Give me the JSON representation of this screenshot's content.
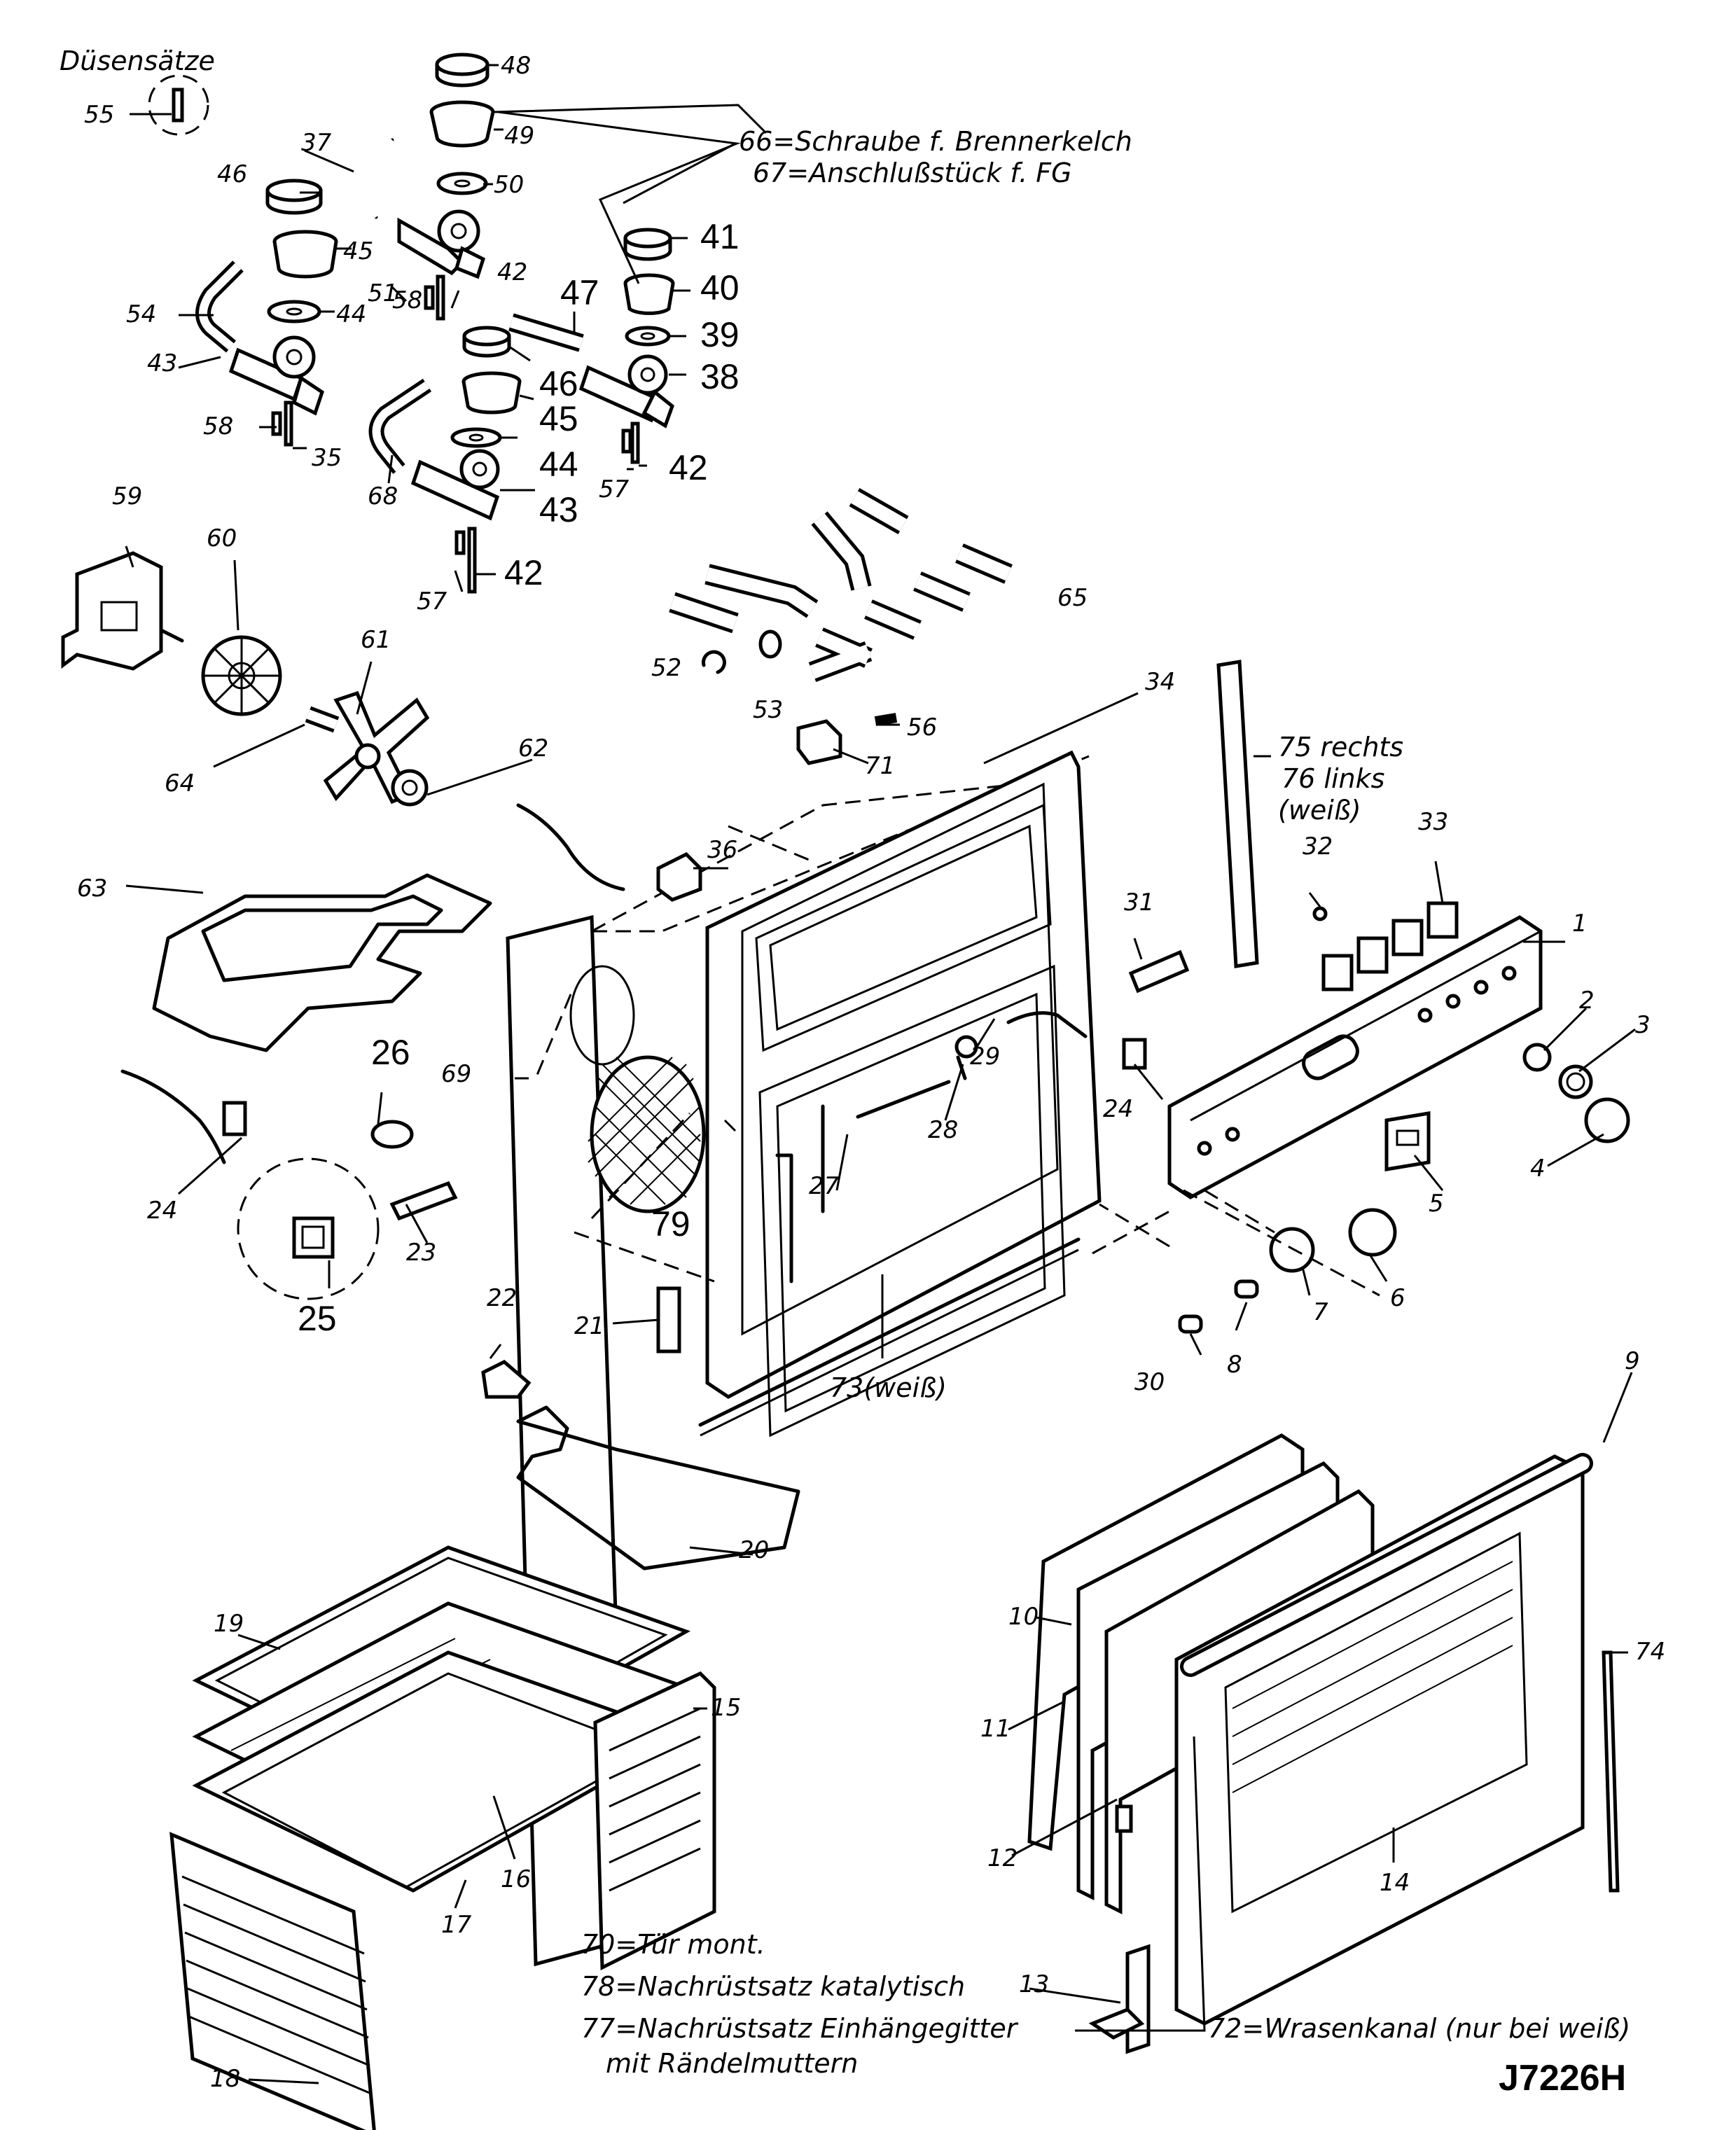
{
  "diagram": {
    "drawing_code": "J7226H",
    "nozzle_sets_label": "Düsensätze",
    "callouts": [
      {
        "id": "c1",
        "text": "1"
      },
      {
        "id": "c2",
        "text": "2"
      },
      {
        "id": "c3",
        "text": "3"
      },
      {
        "id": "c4",
        "text": "4"
      },
      {
        "id": "c5",
        "text": "5"
      },
      {
        "id": "c6",
        "text": "6"
      },
      {
        "id": "c7",
        "text": "7"
      },
      {
        "id": "c8",
        "text": "8"
      },
      {
        "id": "c9",
        "text": "9"
      },
      {
        "id": "c10",
        "text": "10"
      },
      {
        "id": "c11",
        "text": "11"
      },
      {
        "id": "c12",
        "text": "12"
      },
      {
        "id": "c13",
        "text": "13"
      },
      {
        "id": "c14",
        "text": "14"
      },
      {
        "id": "c15",
        "text": "15"
      },
      {
        "id": "c16",
        "text": "16"
      },
      {
        "id": "c17",
        "text": "17"
      },
      {
        "id": "c18",
        "text": "18"
      },
      {
        "id": "c19",
        "text": "19"
      },
      {
        "id": "c20",
        "text": "20"
      },
      {
        "id": "c21",
        "text": "21"
      },
      {
        "id": "c22",
        "text": "22"
      },
      {
        "id": "c23",
        "text": "23"
      },
      {
        "id": "c24a",
        "text": "24"
      },
      {
        "id": "c24b",
        "text": "24"
      },
      {
        "id": "c25",
        "text": "25"
      },
      {
        "id": "c26",
        "text": "26"
      },
      {
        "id": "c27",
        "text": "27"
      },
      {
        "id": "c28",
        "text": "28"
      },
      {
        "id": "c29",
        "text": "29"
      },
      {
        "id": "c30",
        "text": "30"
      },
      {
        "id": "c31",
        "text": "31"
      },
      {
        "id": "c32",
        "text": "32"
      },
      {
        "id": "c33",
        "text": "33"
      },
      {
        "id": "c34",
        "text": "34"
      },
      {
        "id": "c35",
        "text": "35"
      },
      {
        "id": "c36",
        "text": "36"
      },
      {
        "id": "c37",
        "text": "37"
      },
      {
        "id": "c38",
        "text": "38"
      },
      {
        "id": "c39",
        "text": "39"
      },
      {
        "id": "c40",
        "text": "40"
      },
      {
        "id": "c41",
        "text": "41"
      },
      {
        "id": "c42a",
        "text": "42"
      },
      {
        "id": "c42b",
        "text": "42"
      },
      {
        "id": "c42c",
        "text": "42"
      },
      {
        "id": "c43a",
        "text": "43"
      },
      {
        "id": "c43b",
        "text": "43"
      },
      {
        "id": "c44a",
        "text": "44"
      },
      {
        "id": "c44b",
        "text": "44"
      },
      {
        "id": "c45a",
        "text": "45"
      },
      {
        "id": "c45b",
        "text": "45"
      },
      {
        "id": "c46a",
        "text": "46"
      },
      {
        "id": "c46b",
        "text": "46"
      },
      {
        "id": "c47",
        "text": "47"
      },
      {
        "id": "c48",
        "text": "48"
      },
      {
        "id": "c49",
        "text": "49"
      },
      {
        "id": "c50",
        "text": "50"
      },
      {
        "id": "c51",
        "text": "51"
      },
      {
        "id": "c52",
        "text": "52"
      },
      {
        "id": "c53",
        "text": "53"
      },
      {
        "id": "c54",
        "text": "54"
      },
      {
        "id": "c55",
        "text": "55"
      },
      {
        "id": "c56",
        "text": "56"
      },
      {
        "id": "c57a",
        "text": "57"
      },
      {
        "id": "c57b",
        "text": "57"
      },
      {
        "id": "c58a",
        "text": "58"
      },
      {
        "id": "c58b",
        "text": "58"
      },
      {
        "id": "c59",
        "text": "59"
      },
      {
        "id": "c60",
        "text": "60"
      },
      {
        "id": "c61",
        "text": "61"
      },
      {
        "id": "c62",
        "text": "62"
      },
      {
        "id": "c63",
        "text": "63"
      },
      {
        "id": "c64",
        "text": "64"
      },
      {
        "id": "c65",
        "text": "65"
      },
      {
        "id": "c68",
        "text": "68"
      },
      {
        "id": "c69",
        "text": "69"
      },
      {
        "id": "c71",
        "text": "71"
      },
      {
        "id": "c74",
        "text": "74"
      },
      {
        "id": "c79",
        "text": "79"
      }
    ],
    "annotations": {
      "a66": "66=Schraube f. Brennerkelch",
      "a67": "67=Anschlußstück f. FG",
      "a75": "75 rechts",
      "a76": "76 links",
      "a75_76_color": "(weiß)",
      "a73": "73(weiß)",
      "a72": "72=Wrasenkanal (nur bei weiß)"
    },
    "notes": [
      "70=Tür mont.",
      "78=Nachrüstsatz katalytisch",
      "77=Nachrüstsatz Einhängegitter",
      "mit Rändelmuttern"
    ]
  }
}
